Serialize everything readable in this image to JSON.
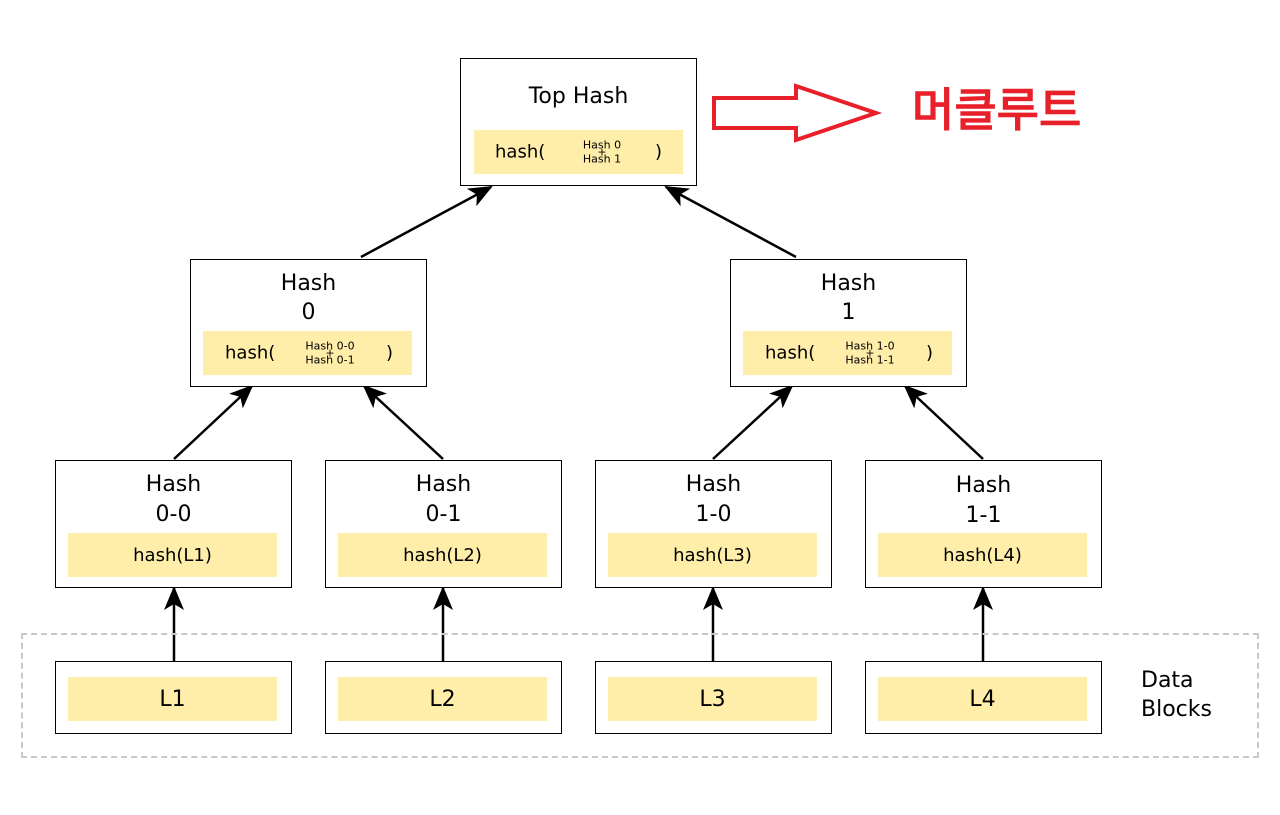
{
  "annotation": {
    "label": "머클루트",
    "color": "#e8202a"
  },
  "top": {
    "title": "Top Hash",
    "prefix": "hash(",
    "combo_top": "Hash 0",
    "combo_plus": "+",
    "combo_bottom": "Hash 1",
    "suffix": ")"
  },
  "mid": [
    {
      "title_line1": "Hash",
      "title_line2": "0",
      "prefix": "hash(",
      "combo_top": "Hash 0-0",
      "combo_plus": "+",
      "combo_bottom": "Hash 0-1",
      "suffix": ")"
    },
    {
      "title_line1": "Hash",
      "title_line2": "1",
      "prefix": "hash(",
      "combo_top": "Hash 1-0",
      "combo_plus": "+",
      "combo_bottom": "Hash 1-1",
      "suffix": ")"
    }
  ],
  "leaves": [
    {
      "title_line1": "Hash",
      "title_line2": "0-0",
      "hash": "hash(L1)"
    },
    {
      "title_line1": "Hash",
      "title_line2": "0-1",
      "hash": "hash(L2)"
    },
    {
      "title_line1": "Hash",
      "title_line2": "1-0",
      "hash": "hash(L3)"
    },
    {
      "title_line1": "Hash",
      "title_line2": "1-1",
      "hash": "hash(L4)"
    }
  ],
  "data_blocks": {
    "label_line1": "Data",
    "label_line2": "Blocks",
    "items": [
      "L1",
      "L2",
      "L3",
      "L4"
    ]
  },
  "colors": {
    "hash_fill": "#ffeeaa",
    "frame_dash": "#c8c8c8"
  }
}
